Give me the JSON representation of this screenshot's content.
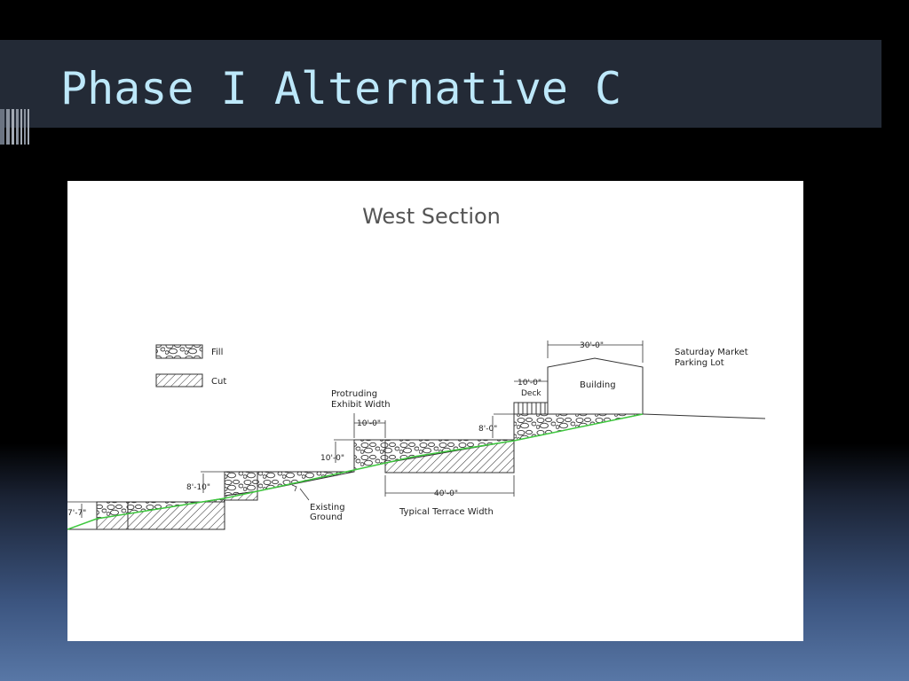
{
  "slide": {
    "title": "Phase I Alternative C"
  },
  "drawing": {
    "title": "West Section",
    "legend": {
      "fill_label": "Fill",
      "cut_label": "Cut"
    },
    "labels": {
      "protruding_1": "Protruding",
      "protruding_2": "Exhibit Width",
      "existing_1": "Existing",
      "existing_2": "Ground",
      "typical_terrace": "Typical Terrace Width",
      "building": "Building",
      "deck": "Deck",
      "market_1": "Saturday Market",
      "market_2": "Parking Lot"
    },
    "dimensions": {
      "d_7_7": "7'-7\"",
      "d_8_10": "8'-10\"",
      "d_10_0_v": "10'-0\"",
      "d_10_0_h": "10'-0\"",
      "d_40_0": "40'-0\"",
      "d_8_0": "8'-0\"",
      "d_10_0_deck": "10'-0\"",
      "d_30_0": "30'-0\""
    },
    "colors": {
      "ground_line": "#3ec83e",
      "ink": "#222222",
      "title_text": "#bde8fa"
    }
  }
}
